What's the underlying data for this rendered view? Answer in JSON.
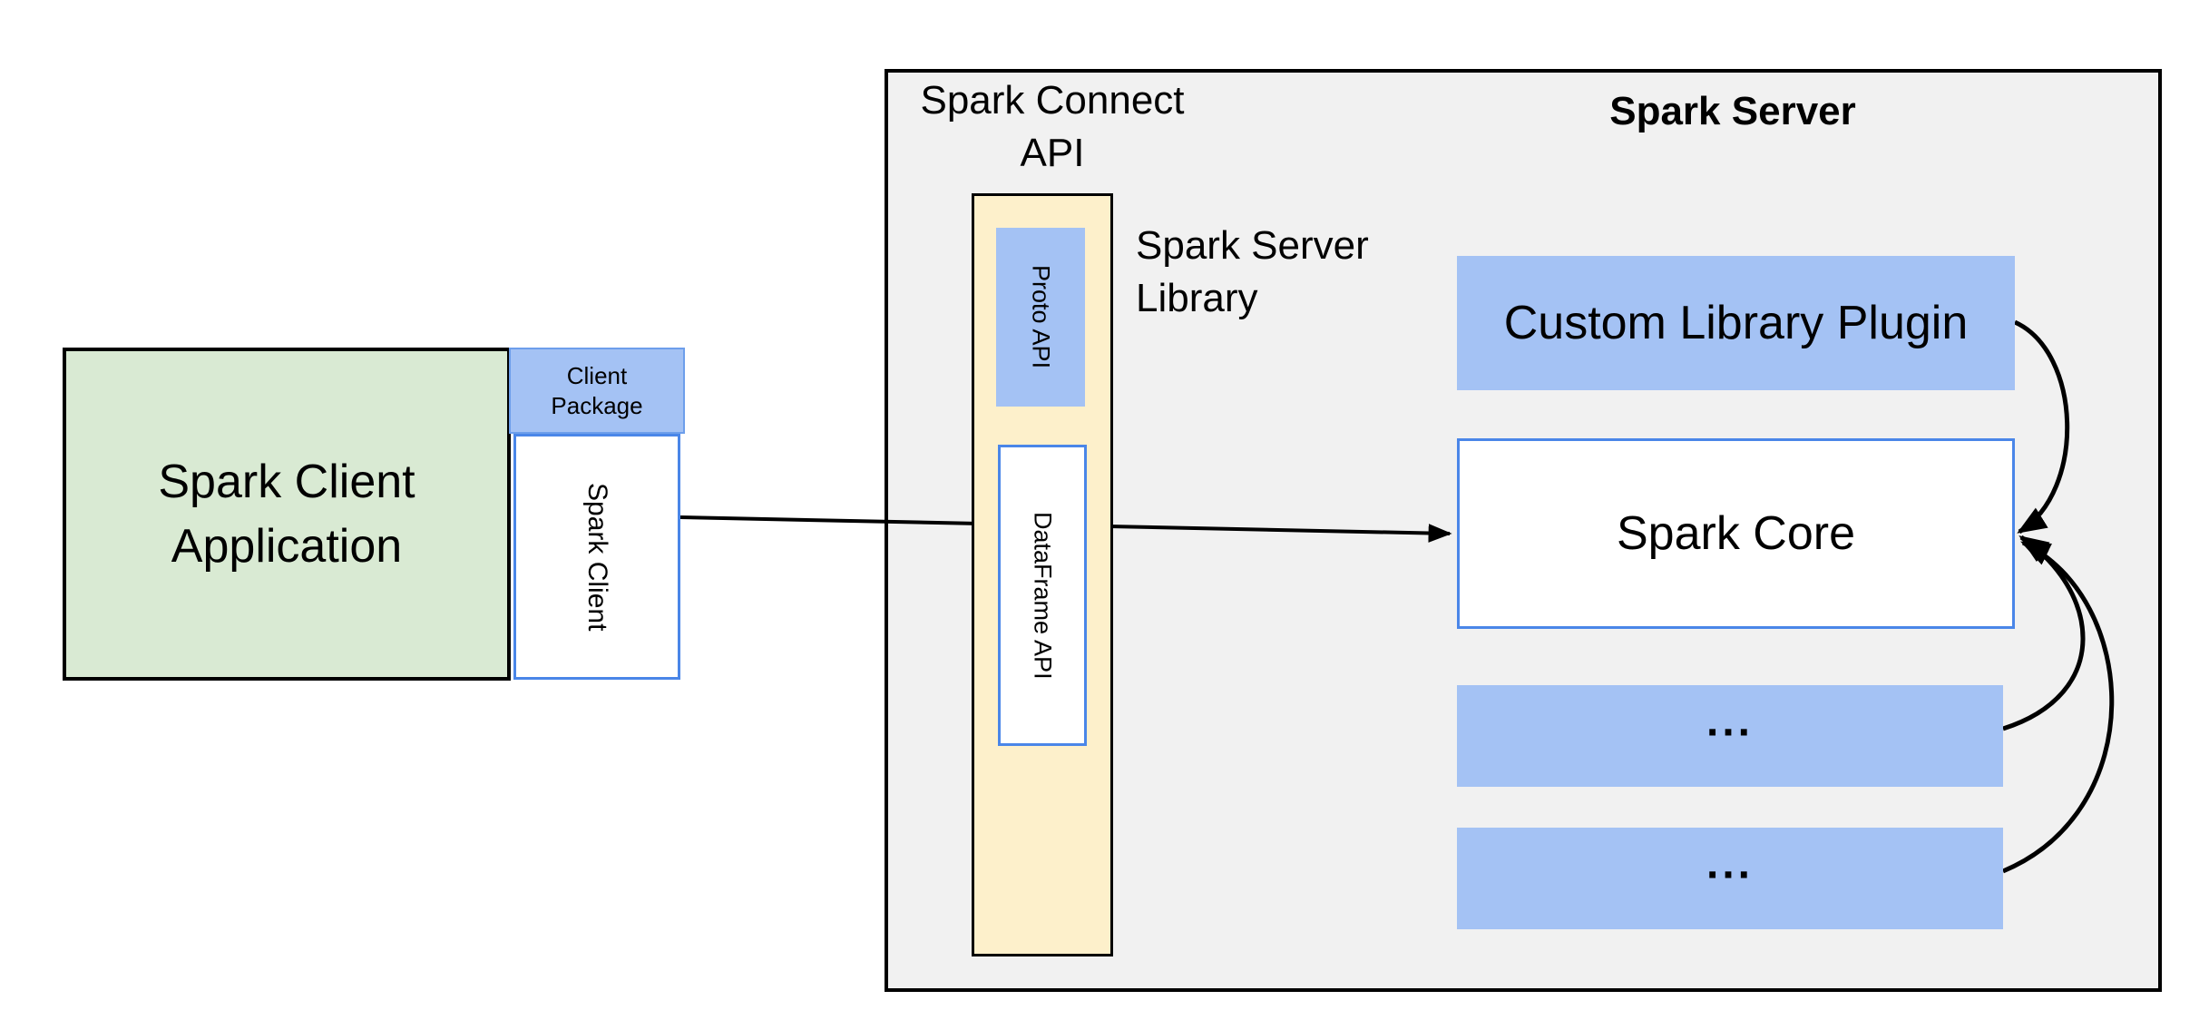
{
  "colors": {
    "bg": "#ffffff",
    "text": "#000000",
    "container-fill": "#f1f1f1",
    "container-border": "#000000",
    "green-fill": "#d9ead3",
    "green-border": "#000000",
    "blue-fill": "#a4c2f4",
    "blue-border": "#6d9eeb",
    "white-box-border": "#4a86e8",
    "cream-fill": "#fdf0cb",
    "cream-border": "#000000",
    "arrow": "#000000"
  },
  "client": {
    "application_label": "Spark Client\nApplication",
    "package_label": "Client\nPackage",
    "spark_client_label": "Spark Client"
  },
  "connect": {
    "api_label": "Spark Connect\nAPI",
    "library_label": "Spark Server\nLibrary",
    "proto_label": "Proto API",
    "dataframe_label": "DataFrame API"
  },
  "server": {
    "title": "Spark Server",
    "plugin_label": "Custom Library Plugin",
    "core_label": "Spark Core",
    "ellipsis1_label": "...",
    "ellipsis2_label": "..."
  }
}
